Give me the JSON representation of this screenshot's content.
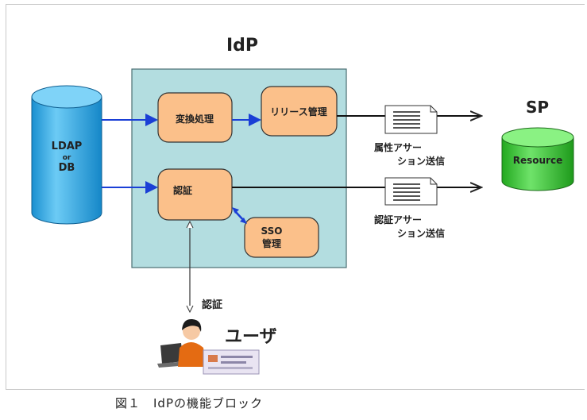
{
  "diagram": {
    "idp_title": "IdP",
    "sp_title": "SP",
    "ldap": {
      "line1": "LDAP",
      "line2": "or",
      "line3": "DB"
    },
    "boxes": {
      "transform": "変換処理",
      "release": "リリース管理",
      "auth": "認証",
      "sso_line1": "SSO",
      "sso_line2": "管理"
    },
    "resource": "Resource",
    "attr_assertion": {
      "line1": "属性アサー",
      "line2": "ション送信"
    },
    "auth_assertion": {
      "line1": "認証アサー",
      "line2": "ション送信"
    },
    "user_auth_label": "認証",
    "user_label": "ユーザ"
  },
  "caption": "図１　IdPの機能ブロック",
  "colors": {
    "idp_fill": "#b3dde0",
    "box_fill": "#fbc08a",
    "ldap_fill": "#26a8e6",
    "resource_fill": "#33c52f",
    "arrow_blue": "#1a3fd6"
  }
}
